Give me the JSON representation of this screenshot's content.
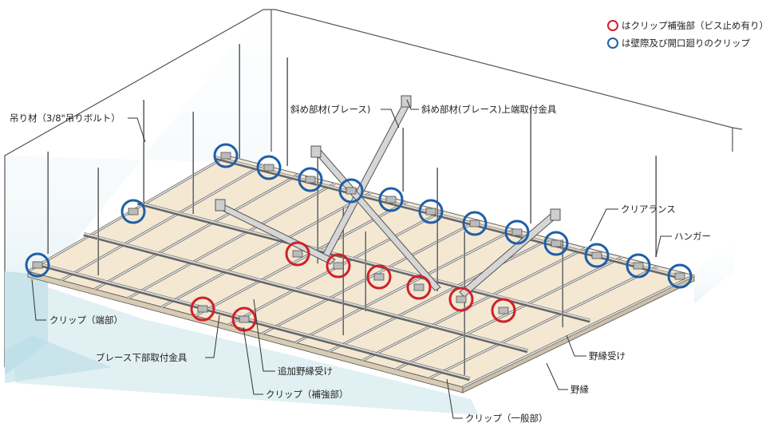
{
  "legend": {
    "red_label": "はクリップ補強部（ビス止め有り）",
    "blue_label": "は壁際及び開口廻りのクリップ",
    "red_color": "#d0202a",
    "blue_color": "#1e5fa8"
  },
  "labels": {
    "hanger_bolt": "吊り材（3/8\"吊りボルト）",
    "brace": "斜め部材(ブレース)",
    "brace_top_fitting": "斜め部材(ブレース)上端取付金具",
    "clearance": "クリアランス",
    "hanger": "ハンガー",
    "clip_end": "クリップ（端部）",
    "brace_bottom_fitting": "ブレース下部取付金具",
    "extra_furring_receiver": "追加野縁受け",
    "clip_reinforced": "クリップ（補強部）",
    "furring_receiver": "野縁受け",
    "furring": "野縁",
    "clip_general": "クリップ（一般部）"
  },
  "colors": {
    "board": "#f4e8d2",
    "wall_shadow": "#c9e4ea",
    "line": "#333333"
  }
}
